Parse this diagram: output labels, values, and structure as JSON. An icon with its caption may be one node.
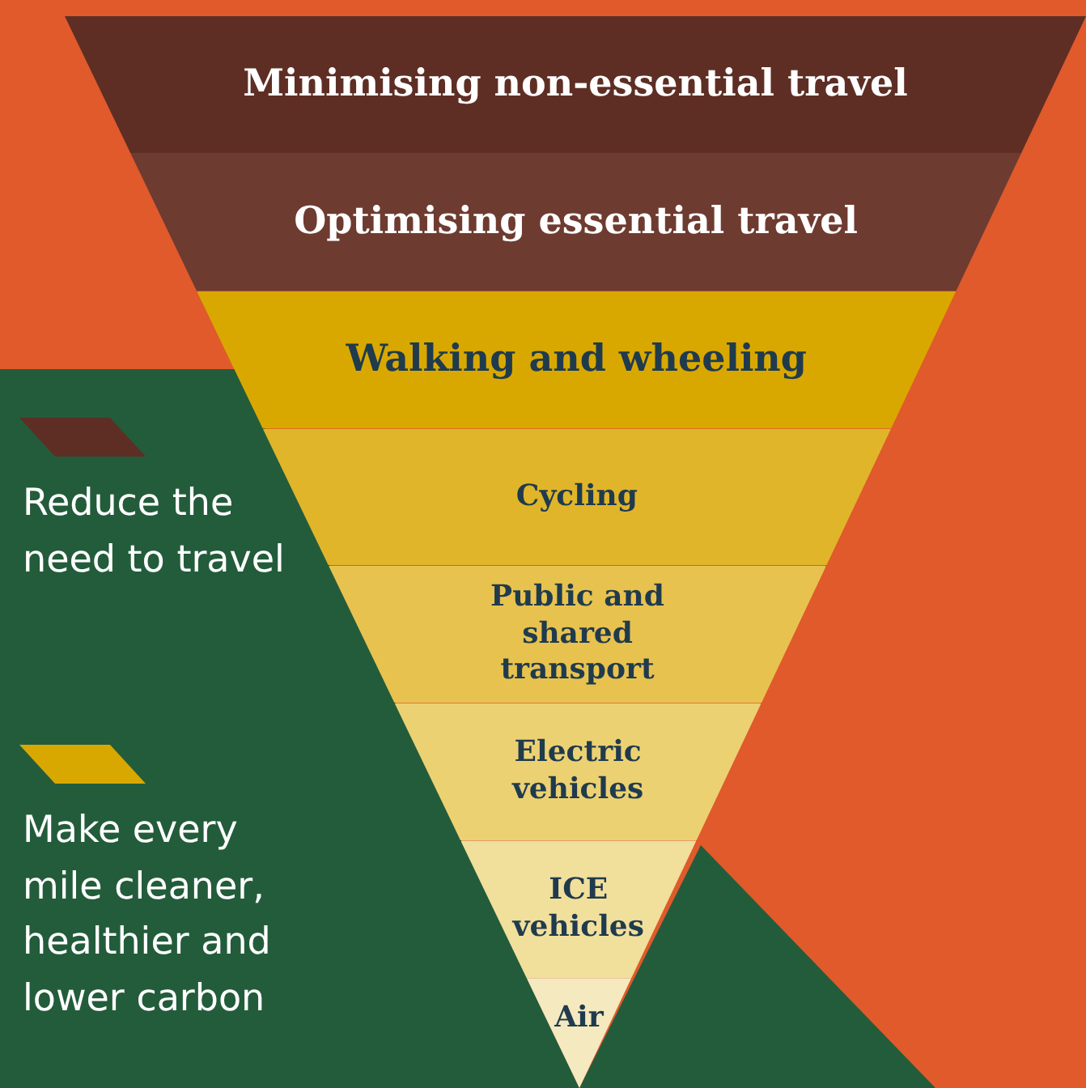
{
  "diagram": {
    "nodes": [
      {
        "text": [
          "Minimising non-essential travel"
        ]
      },
      {
        "text": [
          "Optimising essential travel"
        ]
      },
      {
        "text": [
          "Walking and wheeling"
        ]
      },
      {
        "text": [
          "Cycling"
        ]
      },
      {
        "text": [
          "Public and shared transport"
        ]
      },
      {
        "text": [
          "Electric vehicles"
        ]
      },
      {
        "text": [
          "ICE vehicles"
        ]
      },
      {
        "text": [
          "Air"
        ]
      }
    ],
    "legend": [
      {
        "text": "Reduce the need to travel",
        "color": "#5e2e24"
      },
      {
        "text": "Make every mile cleaner, healthier and lower carbon",
        "color": "#d9a800"
      }
    ]
  }
}
